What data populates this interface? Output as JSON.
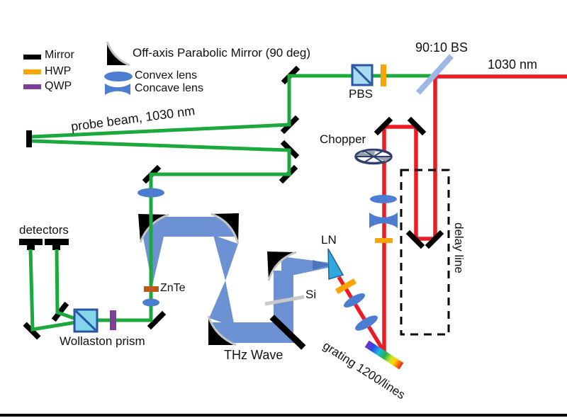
{
  "figure": {
    "type": "optical-setup-diagram",
    "description": "THz time-domain spectroscopy setup"
  },
  "legend": {
    "items": [
      {
        "icon": "mirror-swatch",
        "label": "Mirror"
      },
      {
        "icon": "hwp-swatch",
        "label": "HWP"
      },
      {
        "icon": "qwp-swatch",
        "label": "QWP"
      },
      {
        "icon": "oap-mirror-icon",
        "label": "Off-axis Parabolic Mirror (90 deg)"
      },
      {
        "icon": "convex-lens-icon",
        "label": "Convex lens"
      },
      {
        "icon": "concave-lens-icon",
        "label": "Concave lens"
      }
    ]
  },
  "labels": {
    "bs": "90:10 BS",
    "wavelength": "1030 nm",
    "pbs": "PBS",
    "probe": "probe beam, 1030 nm",
    "chopper": "Chopper",
    "delay": "delay line",
    "ln": "LN",
    "si": "Si",
    "znte": "ZnTe",
    "detectors": "detectors",
    "wollaston": "Wollaston prism",
    "thz": "THz Wave",
    "grating": "grating 1200/lines"
  },
  "colors": {
    "probe_beam_green": "#1BA83C",
    "pump_beam_red": "#EC1C24",
    "hwp_orange": "#F9A602",
    "qwp_purple": "#7D3F98",
    "thz_beam_blue": "#6D92D4",
    "thz_beam_dark_blue": "#4D74BE",
    "lens_blue": "#4D7DD0",
    "bs_light_blue": "#9FB7E4",
    "pbs_cyan": "#A9DCEF",
    "wollaston_cyan": "#82D5EA",
    "znte_brown": "#BE5A1B",
    "ln_cyan": "#2FA8DF",
    "silver": "#C4C4C4",
    "mirror_black": "#000000"
  }
}
